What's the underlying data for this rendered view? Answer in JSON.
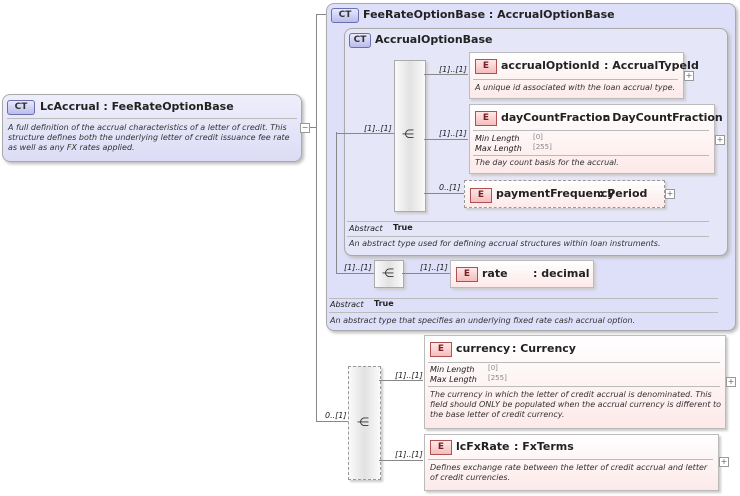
{
  "root": {
    "badge": "CT",
    "title": "LcAccrual : FeeRateOptionBase",
    "description": "A full definition of the accrual characteristics of a letter of credit. This structure defines both the underlying letter of credit issuance fee rate as well as any FX rates applied."
  },
  "base": {
    "badge": "CT",
    "title": "FeeRateOptionBase : AccrualOptionBase",
    "abstract_label": "Abstract",
    "abstract_value": "True",
    "description": "An abstract type that specifies an underlying fixed rate cash accrual option.",
    "rate": {
      "badge": "E",
      "name": "rate",
      "type": ": decimal",
      "occ": "[1]..[1]"
    },
    "seq_occ": "[1]..[1]"
  },
  "accrual": {
    "badge": "CT",
    "title": "AccrualOptionBase",
    "abstract_label": "Abstract",
    "abstract_value": "True",
    "description": "An abstract type used for defining accrual structures within loan instruments.",
    "seq_occ": "[1]..[1]",
    "elements": [
      {
        "badge": "E",
        "name": "accrualOptionId",
        "type": ": AccrualTypeId",
        "occ": "[1]..[1]",
        "description": "A unique id associated with the loan accrual type."
      },
      {
        "badge": "E",
        "name": "dayCountFraction",
        "type": ": DayCountFraction",
        "occ": "[1]..[1]",
        "min_label": "Min Length",
        "min_value": "[0]",
        "max_label": "Max Length",
        "max_value": "[255]",
        "description": "The day count basis for the accrual."
      },
      {
        "badge": "E",
        "name": "paymentFrequency",
        "type": ": Period",
        "occ": "0..[1]"
      }
    ]
  },
  "lc": {
    "seq_occ": "0..[1]",
    "currency": {
      "badge": "E",
      "name": "currency",
      "type": ": Currency",
      "occ": "[1]..[1]",
      "min_label": "Min Length",
      "min_value": "[0]",
      "max_label": "Max Length",
      "max_value": "[255]",
      "description": "The currency in which the letter of credit accrual is denominated. This field should ONLY be populated when the accrual currency is different to the base letter of credit currency."
    },
    "fxrate": {
      "badge": "E",
      "name": "lcFxRate",
      "type": ": FxTerms",
      "occ": "[1]..[1]",
      "description": "Defines exchange rate between the letter of credit accrual and letter of credit currencies."
    }
  },
  "icons": {
    "sequence": "sequence-icon",
    "expand": "expand-icon",
    "collapse": "collapse-icon"
  },
  "colors": {
    "complex_type_bg": "#dedff8",
    "element_bg": "#fde9e9",
    "ct_border": "#9b9dd0"
  }
}
